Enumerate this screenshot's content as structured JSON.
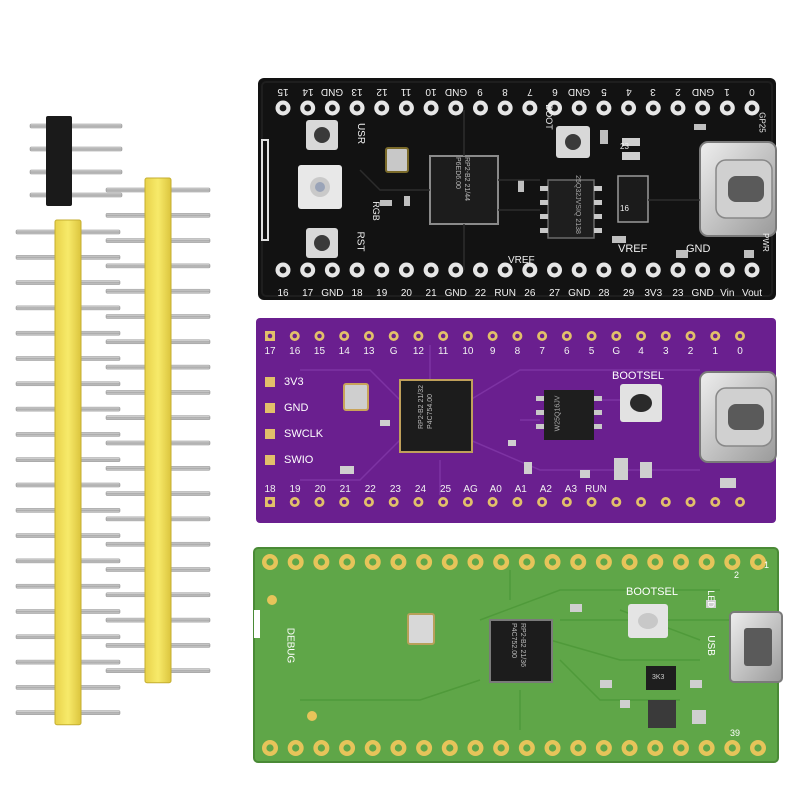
{
  "boards": {
    "black": {
      "top_labels": [
        "15",
        "14",
        "GND",
        "13",
        "12",
        "11",
        "10",
        "GND",
        "9",
        "8",
        "7",
        "6",
        "GND",
        "5",
        "4",
        "3",
        "2",
        "GND",
        "1",
        "0"
      ],
      "bottom_labels": [
        "16",
        "17",
        "GND",
        "18",
        "19",
        "20",
        "21",
        "GND",
        "22",
        "RUN",
        "26",
        "27",
        "GND",
        "28",
        "29",
        "3V3",
        "23",
        "GND",
        "Vin",
        "Vout"
      ],
      "silk": {
        "usr": "USR",
        "rst": "RST",
        "rgb": "RGB",
        "boot": "BOOT",
        "vref_left": "VREF",
        "vref_right": "VREF",
        "gnd_right": "GND",
        "gp25": "GP25",
        "pwr": "PWR",
        "chip": "RP2-B2",
        "chip_date": "21/44",
        "chip_id": "P6ED6.00",
        "flash": "25Q32JVSIQ",
        "flash_date": "2138",
        "n16": "16",
        "n23": "23"
      }
    },
    "purple": {
      "top_labels": [
        "17",
        "16",
        "15",
        "14",
        "13",
        "G",
        "12",
        "11",
        "10",
        "9",
        "8",
        "7",
        "6",
        "5",
        "G",
        "4",
        "3",
        "2",
        "1",
        "0"
      ],
      "side_labels": [
        "3V3",
        "GND",
        "SWCLK",
        "SWIO"
      ],
      "bottom_labels": [
        "18",
        "19",
        "20",
        "21",
        "22",
        "23",
        "24",
        "25",
        "AG",
        "A0",
        "A1",
        "A2",
        "A3",
        "RUN"
      ],
      "silk": {
        "bootsel": "BOOTSEL",
        "chip": "RP2-B2",
        "chip_date": "21/32",
        "chip_id": "P4C754.00",
        "flash": "W25Q16JV"
      }
    },
    "green": {
      "silk": {
        "bootsel": "BOOTSEL",
        "led": "LED",
        "debug": "DEBUG",
        "usb": "USB",
        "chip": "RP2-B2",
        "chip_date": "21/36",
        "chip_id": "P4C752.00",
        "pin_1": "1",
        "pin_2": "2",
        "pin_39": "39",
        "res": "3K3"
      }
    }
  },
  "headers": {
    "long_pin_count": 20,
    "short_pin_count": 4
  },
  "colors": {
    "black_pcb": "#121212",
    "purple_pcb": "#6a1f8f",
    "green_pcb": "#5fa648",
    "gold": "#d9b54a",
    "header_yellow": "#f2e45a",
    "pin_silver": "#b8b8b8"
  }
}
